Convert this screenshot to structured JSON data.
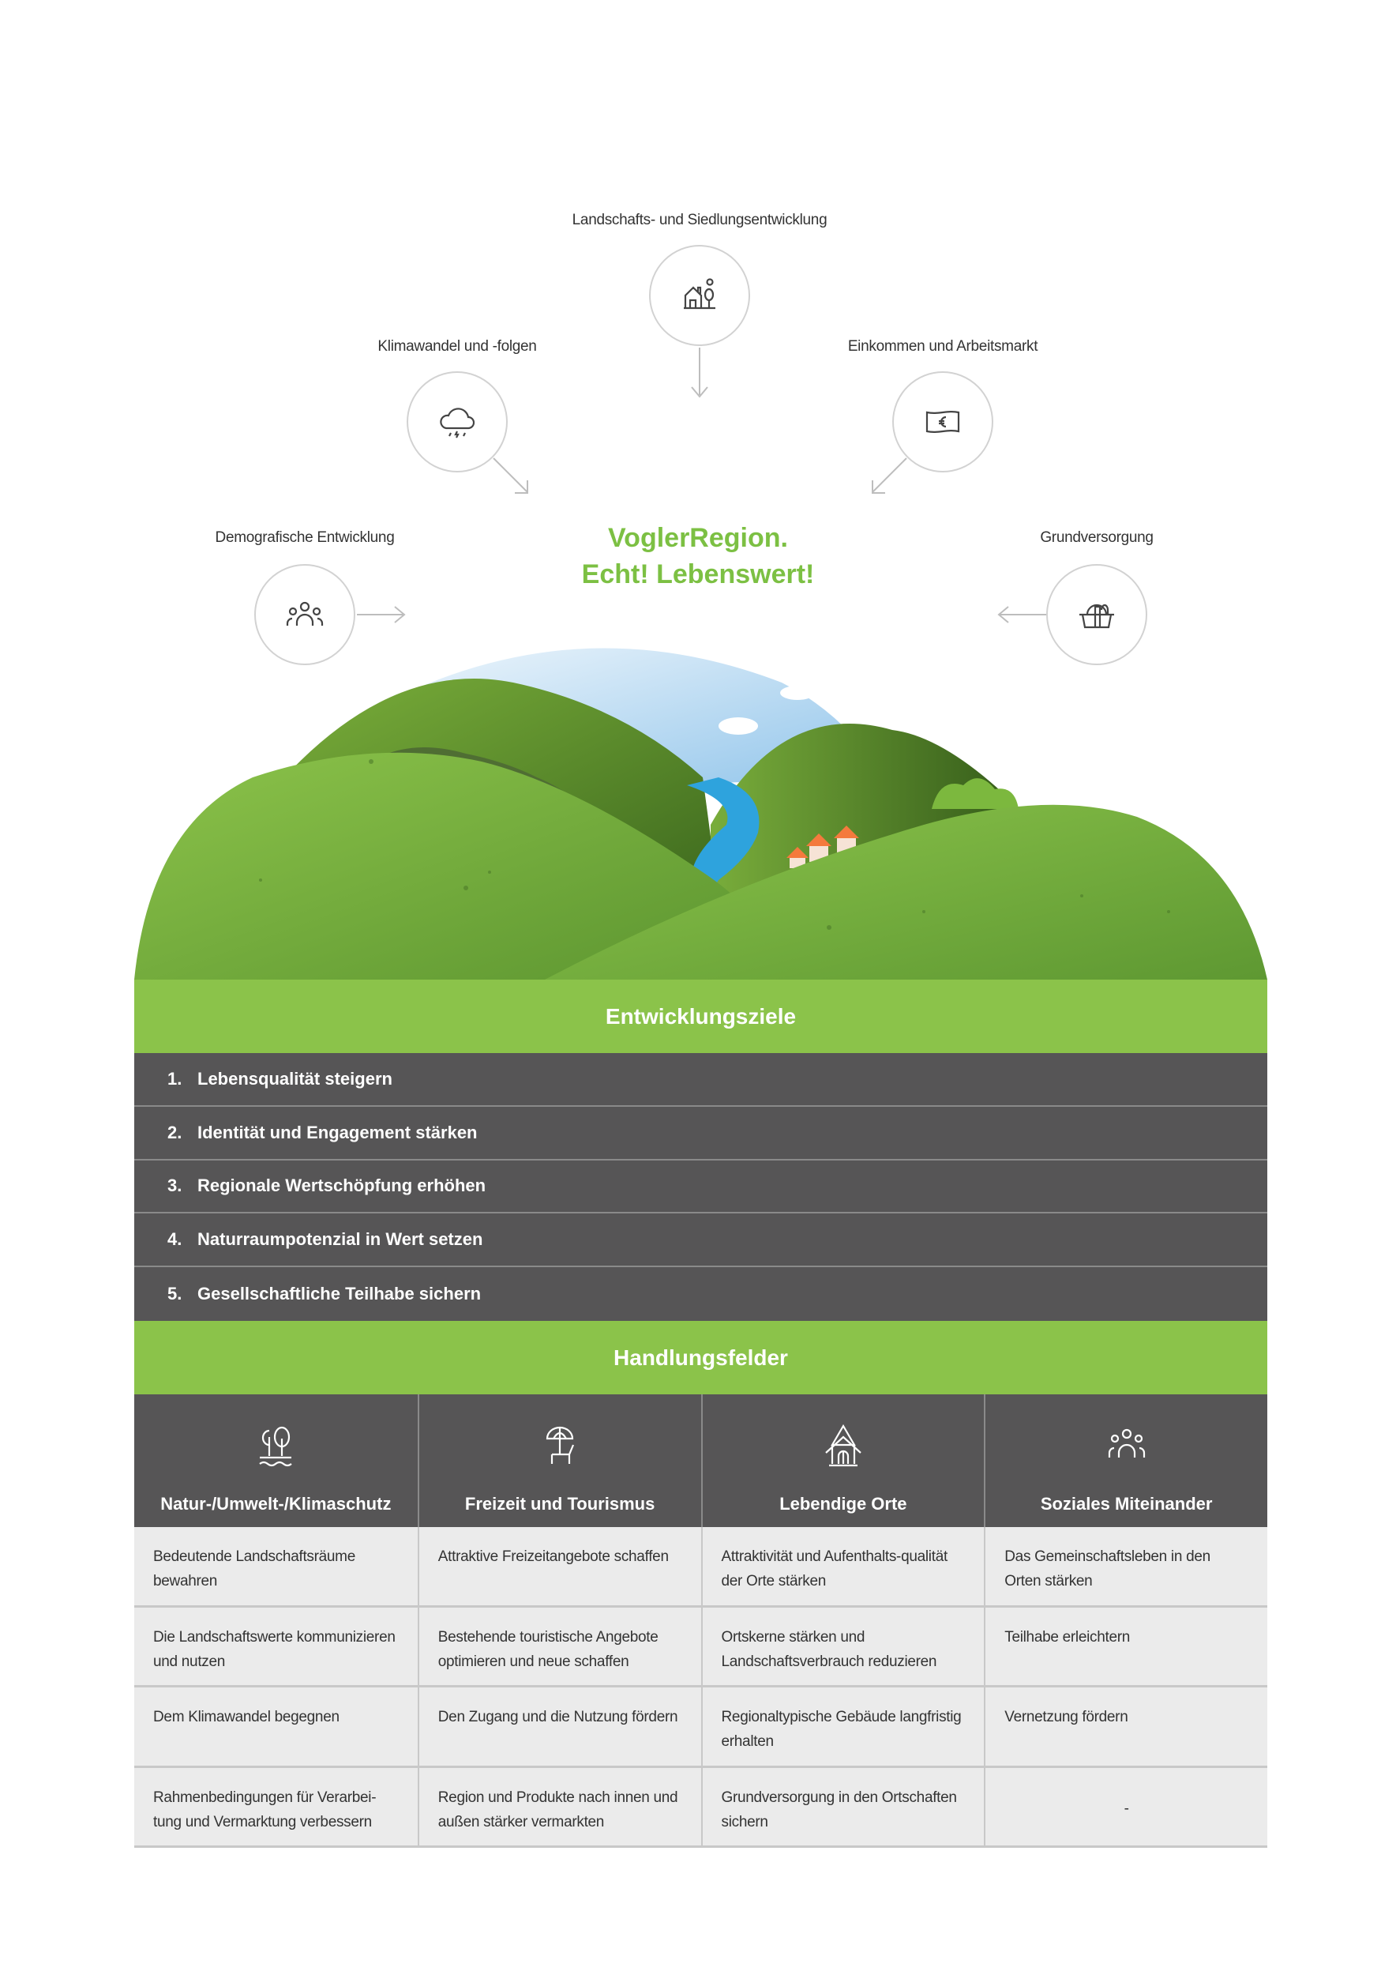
{
  "influences": {
    "top": {
      "label": "Landschafts- und Siedlungsentwicklung",
      "icon": "house-tree-icon"
    },
    "klima": {
      "label": "Klimawandel und -folgen",
      "icon": "cloud-storm-icon"
    },
    "einkommen": {
      "label": "Einkommen und Arbeitsmarkt",
      "icon": "euro-banknote-icon"
    },
    "demografie": {
      "label": "Demografische Entwicklung",
      "icon": "people-icon"
    },
    "grundversorgung": {
      "label": "Grundversorgung",
      "icon": "shopping-basket-icon"
    }
  },
  "title": {
    "line1": "VoglerRegion.",
    "line2": "Echt! Lebenswert!"
  },
  "entwicklungsziele": {
    "heading": "Entwicklungsziele",
    "items": [
      {
        "num": "1.",
        "text": "Lebensqualität steigern"
      },
      {
        "num": "2.",
        "text": "Identität und Engagement stärken"
      },
      {
        "num": "3.",
        "text": "Regionale Wertschöpfung erhöhen"
      },
      {
        "num": "4.",
        "text": "Naturraumpotenzial in Wert setzen"
      },
      {
        "num": "5.",
        "text": "Gesellschaftliche Teilhabe sichern"
      }
    ]
  },
  "handlungsfelder": {
    "heading": "Handlungsfelder",
    "columns": [
      {
        "title": "Natur-/Umwelt-/Klimaschutz",
        "icon": "trees-water-icon"
      },
      {
        "title": "Freizeit und Tourismus",
        "icon": "beach-umbrella-icon"
      },
      {
        "title": "Lebendige Orte",
        "icon": "timber-house-icon"
      },
      {
        "title": "Soziales Miteinander",
        "icon": "community-icon"
      }
    ],
    "rows": [
      [
        "Bedeutende Landschaftsräume bewahren",
        "Attraktive Freizeitangebote schaffen",
        "Attraktivität und Aufenthalts-qualität der Orte stärken",
        "Das Gemeinschaftsleben in den Orten stärken"
      ],
      [
        "Die Landschaftswerte kommunizieren und nutzen",
        "Bestehende touristische Angebote optimieren und neue schaffen",
        "Ortskerne stärken und Landschaftsverbrauch reduzieren",
        "Teilhabe erleichtern"
      ],
      [
        "Dem Klimawandel begegnen",
        "Den Zugang und die Nutzung fördern",
        "Regionaltypische Gebäude langfristig erhalten",
        "Vernetzung fördern"
      ],
      [
        "Rahmenbedingungen für Verarbei-tung und Vermarktung verbessern",
        "Region und Produkte nach innen und außen stärker vermarkten",
        "Grundversorgung in den Ortschaften sichern",
        "-"
      ]
    ]
  },
  "colors": {
    "green": "#8bc34a",
    "title_green": "#7cc043",
    "dark": "#565556",
    "cell": "#ebebeb"
  }
}
